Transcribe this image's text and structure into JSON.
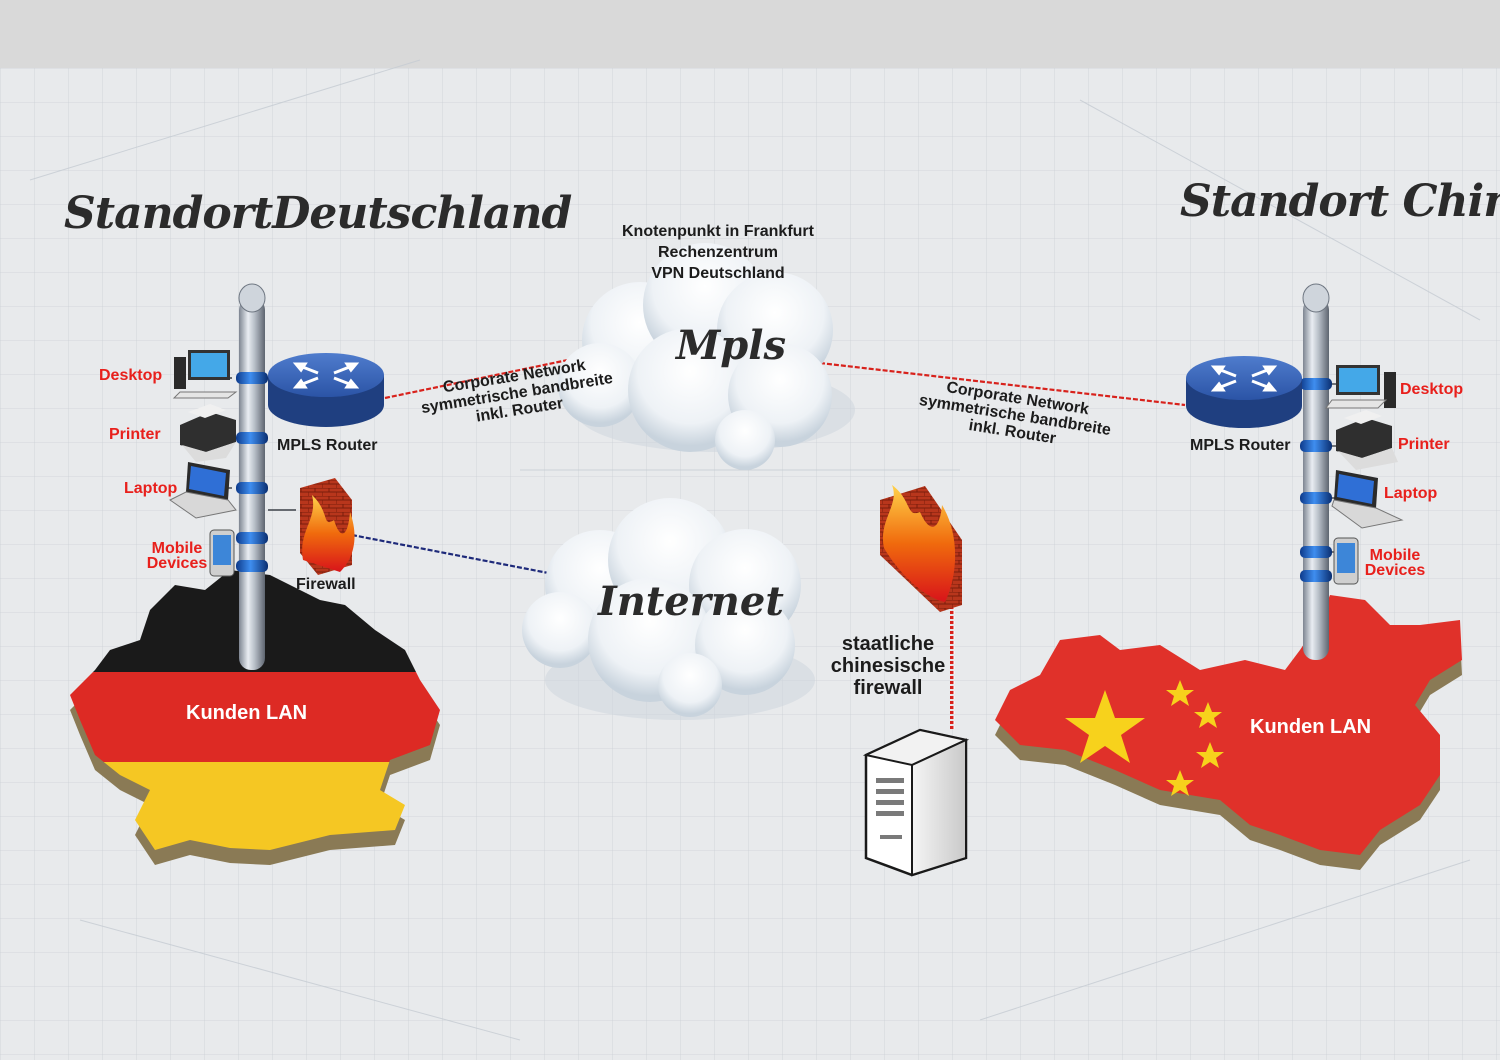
{
  "germany": {
    "title": "StandortDeutschland",
    "devices": [
      "Desktop",
      "Printer",
      "Laptop",
      "Mobile Devices"
    ],
    "router_label": "MPLS Router",
    "firewall_label": "Firewall",
    "lan_label": "Kunden LAN",
    "link_note": [
      "Corporate Network",
      "symmetrische bandbreite",
      "inkl. Router"
    ],
    "flag_colors": [
      "#1a1a1a",
      "#dd2a24",
      "#f5c723"
    ]
  },
  "china": {
    "title": "Standort China",
    "devices": [
      "Desktop",
      "Printer",
      "Laptop",
      "Mobile Devices"
    ],
    "router_label": "MPLS Router",
    "lan_label": "Kunden LAN",
    "link_note": [
      "Corporate Network",
      "symmetrische bandbreite",
      "inkl. Router"
    ],
    "flag_colors": [
      "#e0312a",
      "#f7d21c"
    ]
  },
  "hub": {
    "lines": [
      "Knotenpunkt in Frankfurt",
      "Rechenzentrum",
      "VPN Deutschland"
    ]
  },
  "clouds": {
    "mpls": "Mpls",
    "internet": "Internet"
  },
  "state_firewall": {
    "lines": [
      "staatliche",
      "chinesische",
      "firewall"
    ]
  },
  "colors": {
    "device_label": "#e8201c",
    "mpls_link": "#d8221c",
    "internet_link": "#1e2a7a",
    "router": "#2b54a6"
  },
  "icons": {
    "router": "router-arrows-icon",
    "firewall": "flame-firewall-icon",
    "server": "server-tower-icon",
    "desktop": "desktop-computer-icon",
    "printer": "printer-icon",
    "laptop": "laptop-icon",
    "mobile": "mobile-device-icon"
  }
}
